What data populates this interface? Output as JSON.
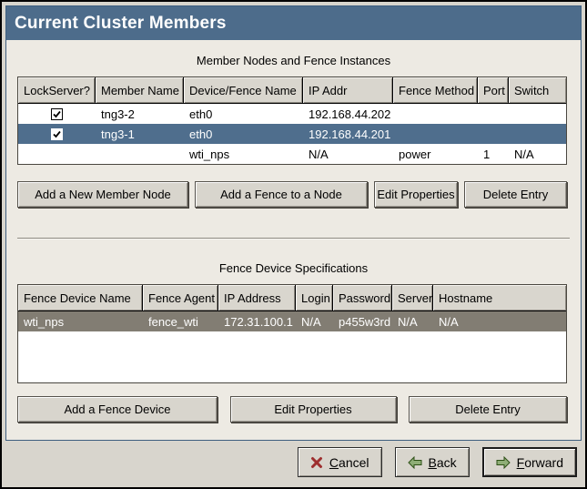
{
  "window": {
    "title": "Current Cluster Members"
  },
  "colors": {
    "title_bar_bg": "#4d6c8b",
    "selected_row_active": "#4f6e8d",
    "selected_row_inactive": "#827d73",
    "panel_border": "#3f5f80",
    "panel_bg": "#edeae3",
    "cancel_icon": "#9e2f2f",
    "arrow_icon_fill": "#8fae77",
    "arrow_icon_stroke": "#2d5016"
  },
  "member_section": {
    "caption": "Member Nodes and Fence Instances",
    "columns": [
      "LockServer?",
      "Member Name",
      "Device/Fence Name",
      "IP Addr",
      "Fence Method",
      "Port",
      "Switch"
    ],
    "rows": [
      {
        "lockserver_checked": true,
        "member_name": "tng3-2",
        "device_fence_name": "eth0",
        "ip_addr": "192.168.44.202",
        "fence_method": "",
        "port": "",
        "switch": "",
        "selected": false
      },
      {
        "lockserver_checked": true,
        "member_name": "tng3-1",
        "device_fence_name": "eth0",
        "ip_addr": "192.168.44.201",
        "fence_method": "",
        "port": "",
        "switch": "",
        "selected": true
      },
      {
        "lockserver_checked": false,
        "member_name": "",
        "device_fence_name": "wti_nps",
        "ip_addr": "N/A",
        "fence_method": "power",
        "port": "1",
        "switch": "N/A",
        "selected": false
      }
    ],
    "buttons": {
      "add_member": "Add a New Member Node",
      "add_fence": "Add a Fence to a Node",
      "edit_properties": "Edit Properties",
      "delete_entry": "Delete Entry"
    }
  },
  "fence_section": {
    "caption": "Fence Device Specifications",
    "columns": [
      "Fence Device Name",
      "Fence Agent",
      "IP Address",
      "Login",
      "Password",
      "Server",
      "Hostname"
    ],
    "rows": [
      {
        "fence_device_name": "wti_nps",
        "fence_agent": "fence_wti",
        "ip_address": "172.31.100.1",
        "login": "N/A",
        "password": "p455w3rd",
        "server": "N/A",
        "hostname": "N/A",
        "selected": true
      }
    ],
    "buttons": {
      "add_device": "Add a Fence Device",
      "edit_properties": "Edit Properties",
      "delete_entry": "Delete Entry"
    }
  },
  "footer": {
    "cancel": "Cancel",
    "back": "Back",
    "forward": "Forward"
  }
}
